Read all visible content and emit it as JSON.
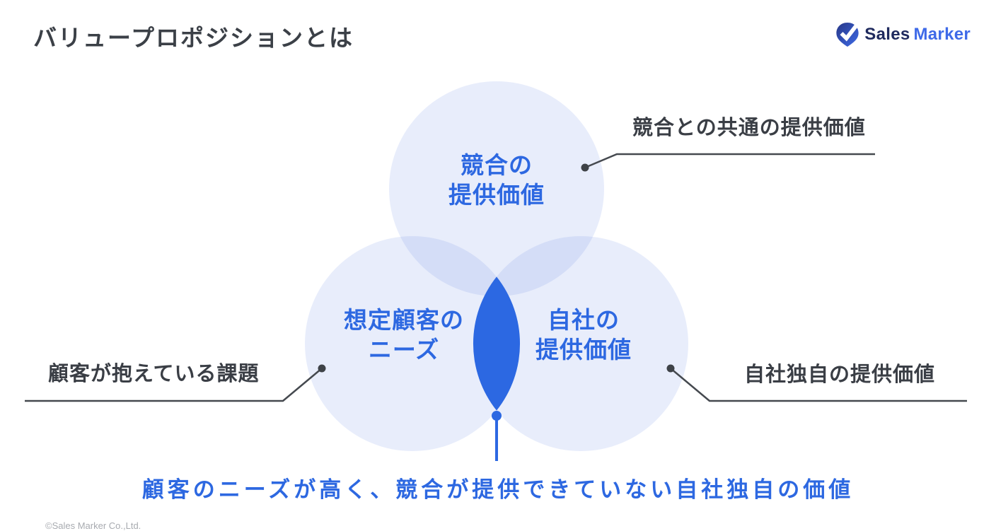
{
  "title": {
    "text": "バリュープロポジションとは",
    "color": "#3B4047"
  },
  "logo": {
    "icon": "map-pin-check-icon",
    "sales": "Sales",
    "marker": "Marker",
    "sales_color": "#1F2A5E",
    "marker_color": "#3E6AE8"
  },
  "venn": {
    "circle_fill": "rgba(99,133,227,0.145)",
    "accent_blue": "#2C68E2",
    "label_color": "#2D68E1",
    "circles": [
      {
        "id": "competitor-value",
        "label_lines": [
          "競合の",
          "提供価値"
        ]
      },
      {
        "id": "customer-needs",
        "label_lines": [
          "想定顧客の",
          "ニーズ"
        ]
      },
      {
        "id": "own-value",
        "label_lines": [
          "自社の",
          "提供価値"
        ]
      }
    ]
  },
  "callouts": [
    {
      "id": "top-right",
      "text": "競合との共通の提供価値"
    },
    {
      "id": "left",
      "text": "顧客が抱えている課題"
    },
    {
      "id": "right",
      "text": "自社独自の提供価値"
    }
  ],
  "conclusion": {
    "text": "顧客のニーズが高く、競合が提供できていない自社独自の価値",
    "color": "#2D68E1"
  },
  "footer": {
    "copyright": "©Sales Marker Co.,Ltd."
  }
}
